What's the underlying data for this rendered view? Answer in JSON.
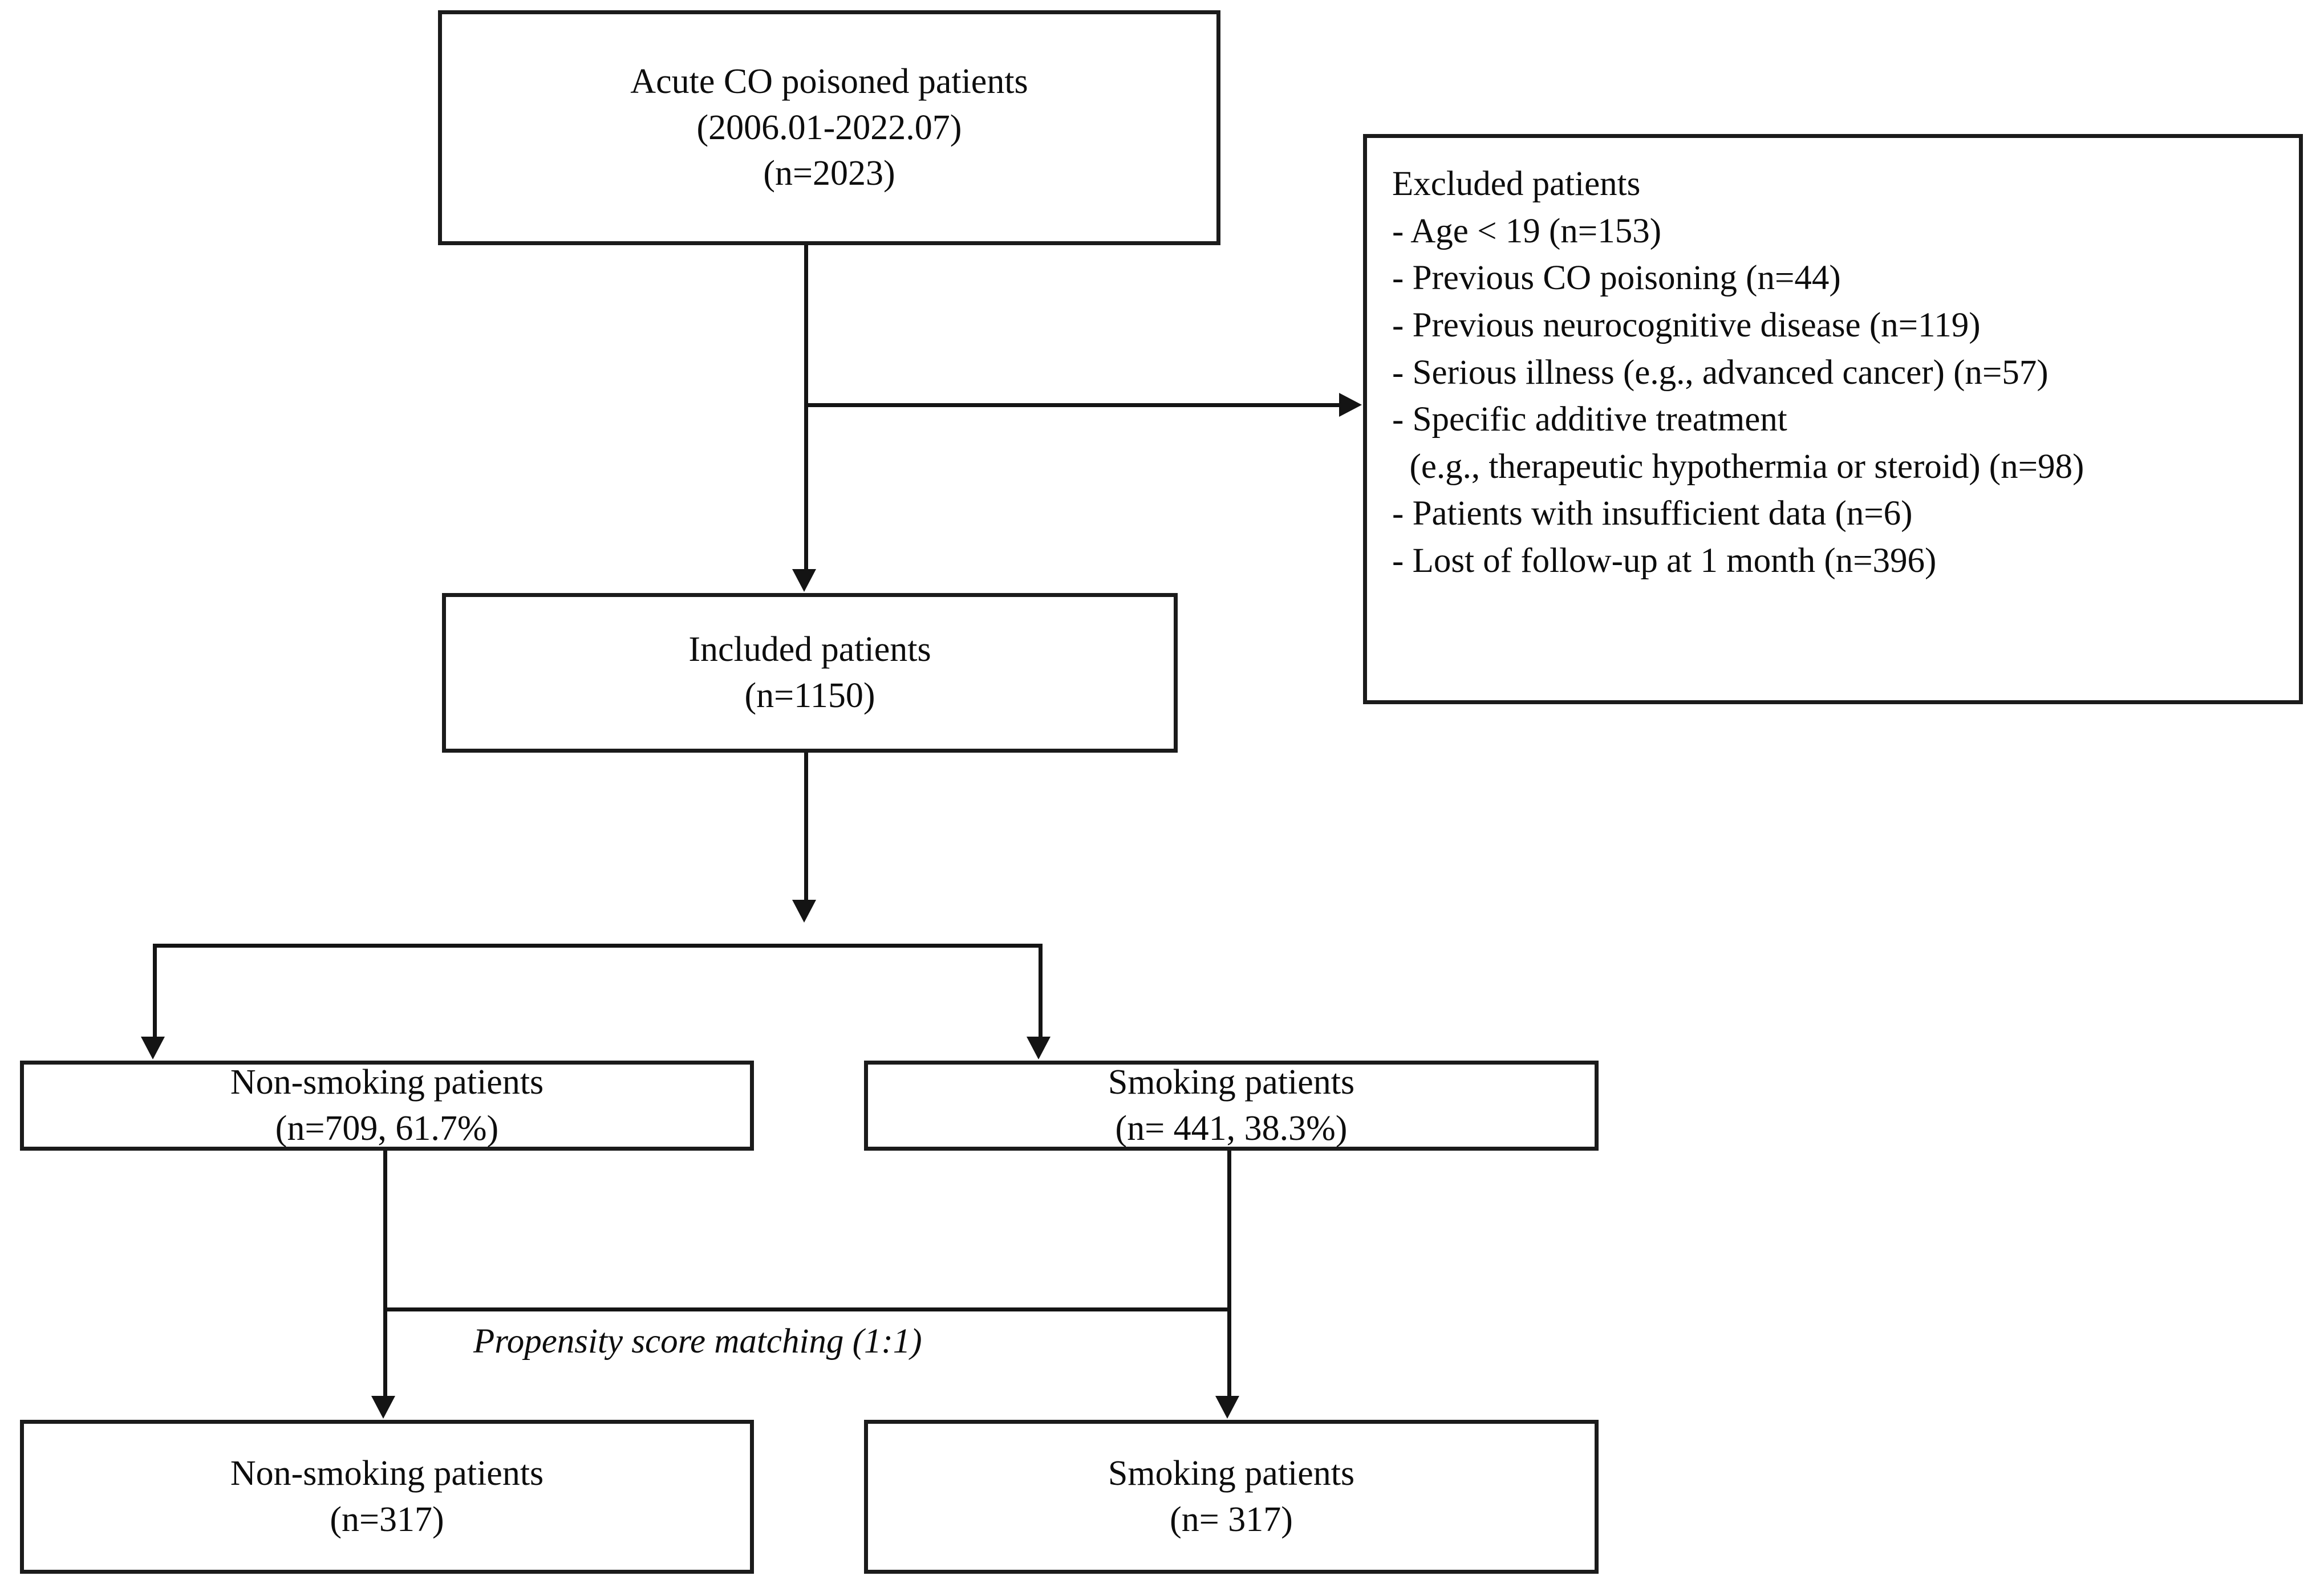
{
  "figure": {
    "type": "flowchart",
    "kind": "patient-enrollment-flow-diagram",
    "colors": {
      "line": "#141414",
      "border": "#1b1b1b",
      "text": "#0d0d0d",
      "background": "#ffffff"
    }
  },
  "nodes": {
    "source": {
      "line1": "Acute CO poisoned patients",
      "line2": "(2006.01-2022.07)",
      "line3": "(n=2023)"
    },
    "excluded": {
      "title": "Excluded patients",
      "items": [
        "- Age < 19 (n=153)",
        "- Previous CO poisoning (n=44)",
        "- Previous neurocognitive disease (n=119)",
        "- Serious illness (e.g., advanced cancer) (n=57)",
        "- Specific additive treatment",
        "  (e.g., therapeutic hypothermia or steroid) (n=98)",
        "- Patients with insufficient data (n=6)",
        "- Lost of follow-up at 1 month (n=396)"
      ]
    },
    "included": {
      "line1": "Included patients",
      "line2": "(n=1150)"
    },
    "nonsmoking_pre": {
      "line1": "Non-smoking patients",
      "line2": "(n=709, 61.7%)"
    },
    "smoking_pre": {
      "line1": "Smoking patients",
      "line2": "(n= 441, 38.3%)"
    },
    "nonsmoking_post": {
      "line1": "Non-smoking patients",
      "line2": "(n=317)"
    },
    "smoking_post": {
      "line1": "Smoking patients",
      "line2": "(n= 317)"
    }
  },
  "annotations": {
    "matching_label": "Propensity score matching (1:1)"
  }
}
